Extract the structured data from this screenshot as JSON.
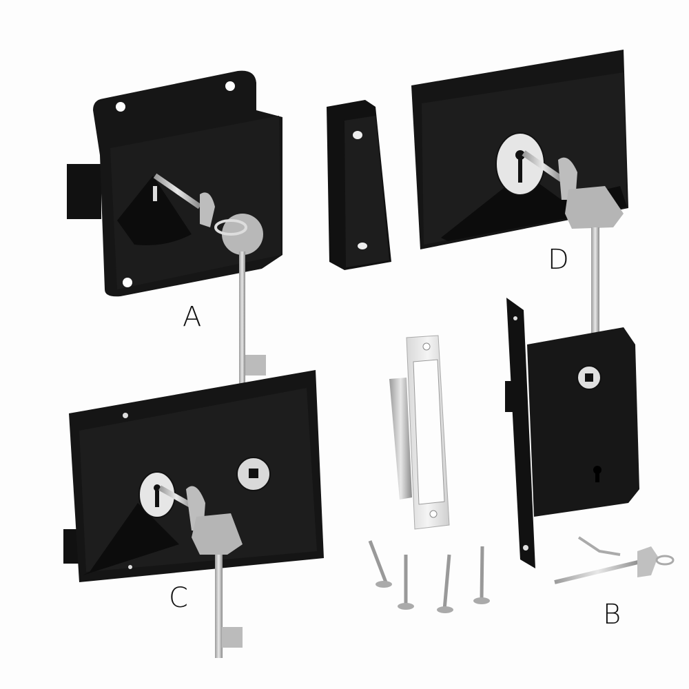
{
  "image": {
    "description": "Product illustration of black rim/mortice lock set with keys, strike plates and screws",
    "background": "#fdfdfd",
    "body_color": "#141414",
    "metal_color": "#c8c8c8"
  },
  "labels": {
    "a": "A",
    "b": "B",
    "c": "C",
    "d": "D"
  },
  "components": [
    {
      "id": "A",
      "name": "Rim lock with key (square)"
    },
    {
      "id": "staple",
      "name": "Black rim keep / staple"
    },
    {
      "id": "D",
      "name": "Rim lock with key (rectangular)"
    },
    {
      "id": "C",
      "name": "Rim lock with key and spindle hole"
    },
    {
      "id": "strike",
      "name": "Chrome strike plate"
    },
    {
      "id": "screws",
      "name": "Wood screws x4"
    },
    {
      "id": "B",
      "name": "Mortice lock with key and spindle"
    }
  ]
}
